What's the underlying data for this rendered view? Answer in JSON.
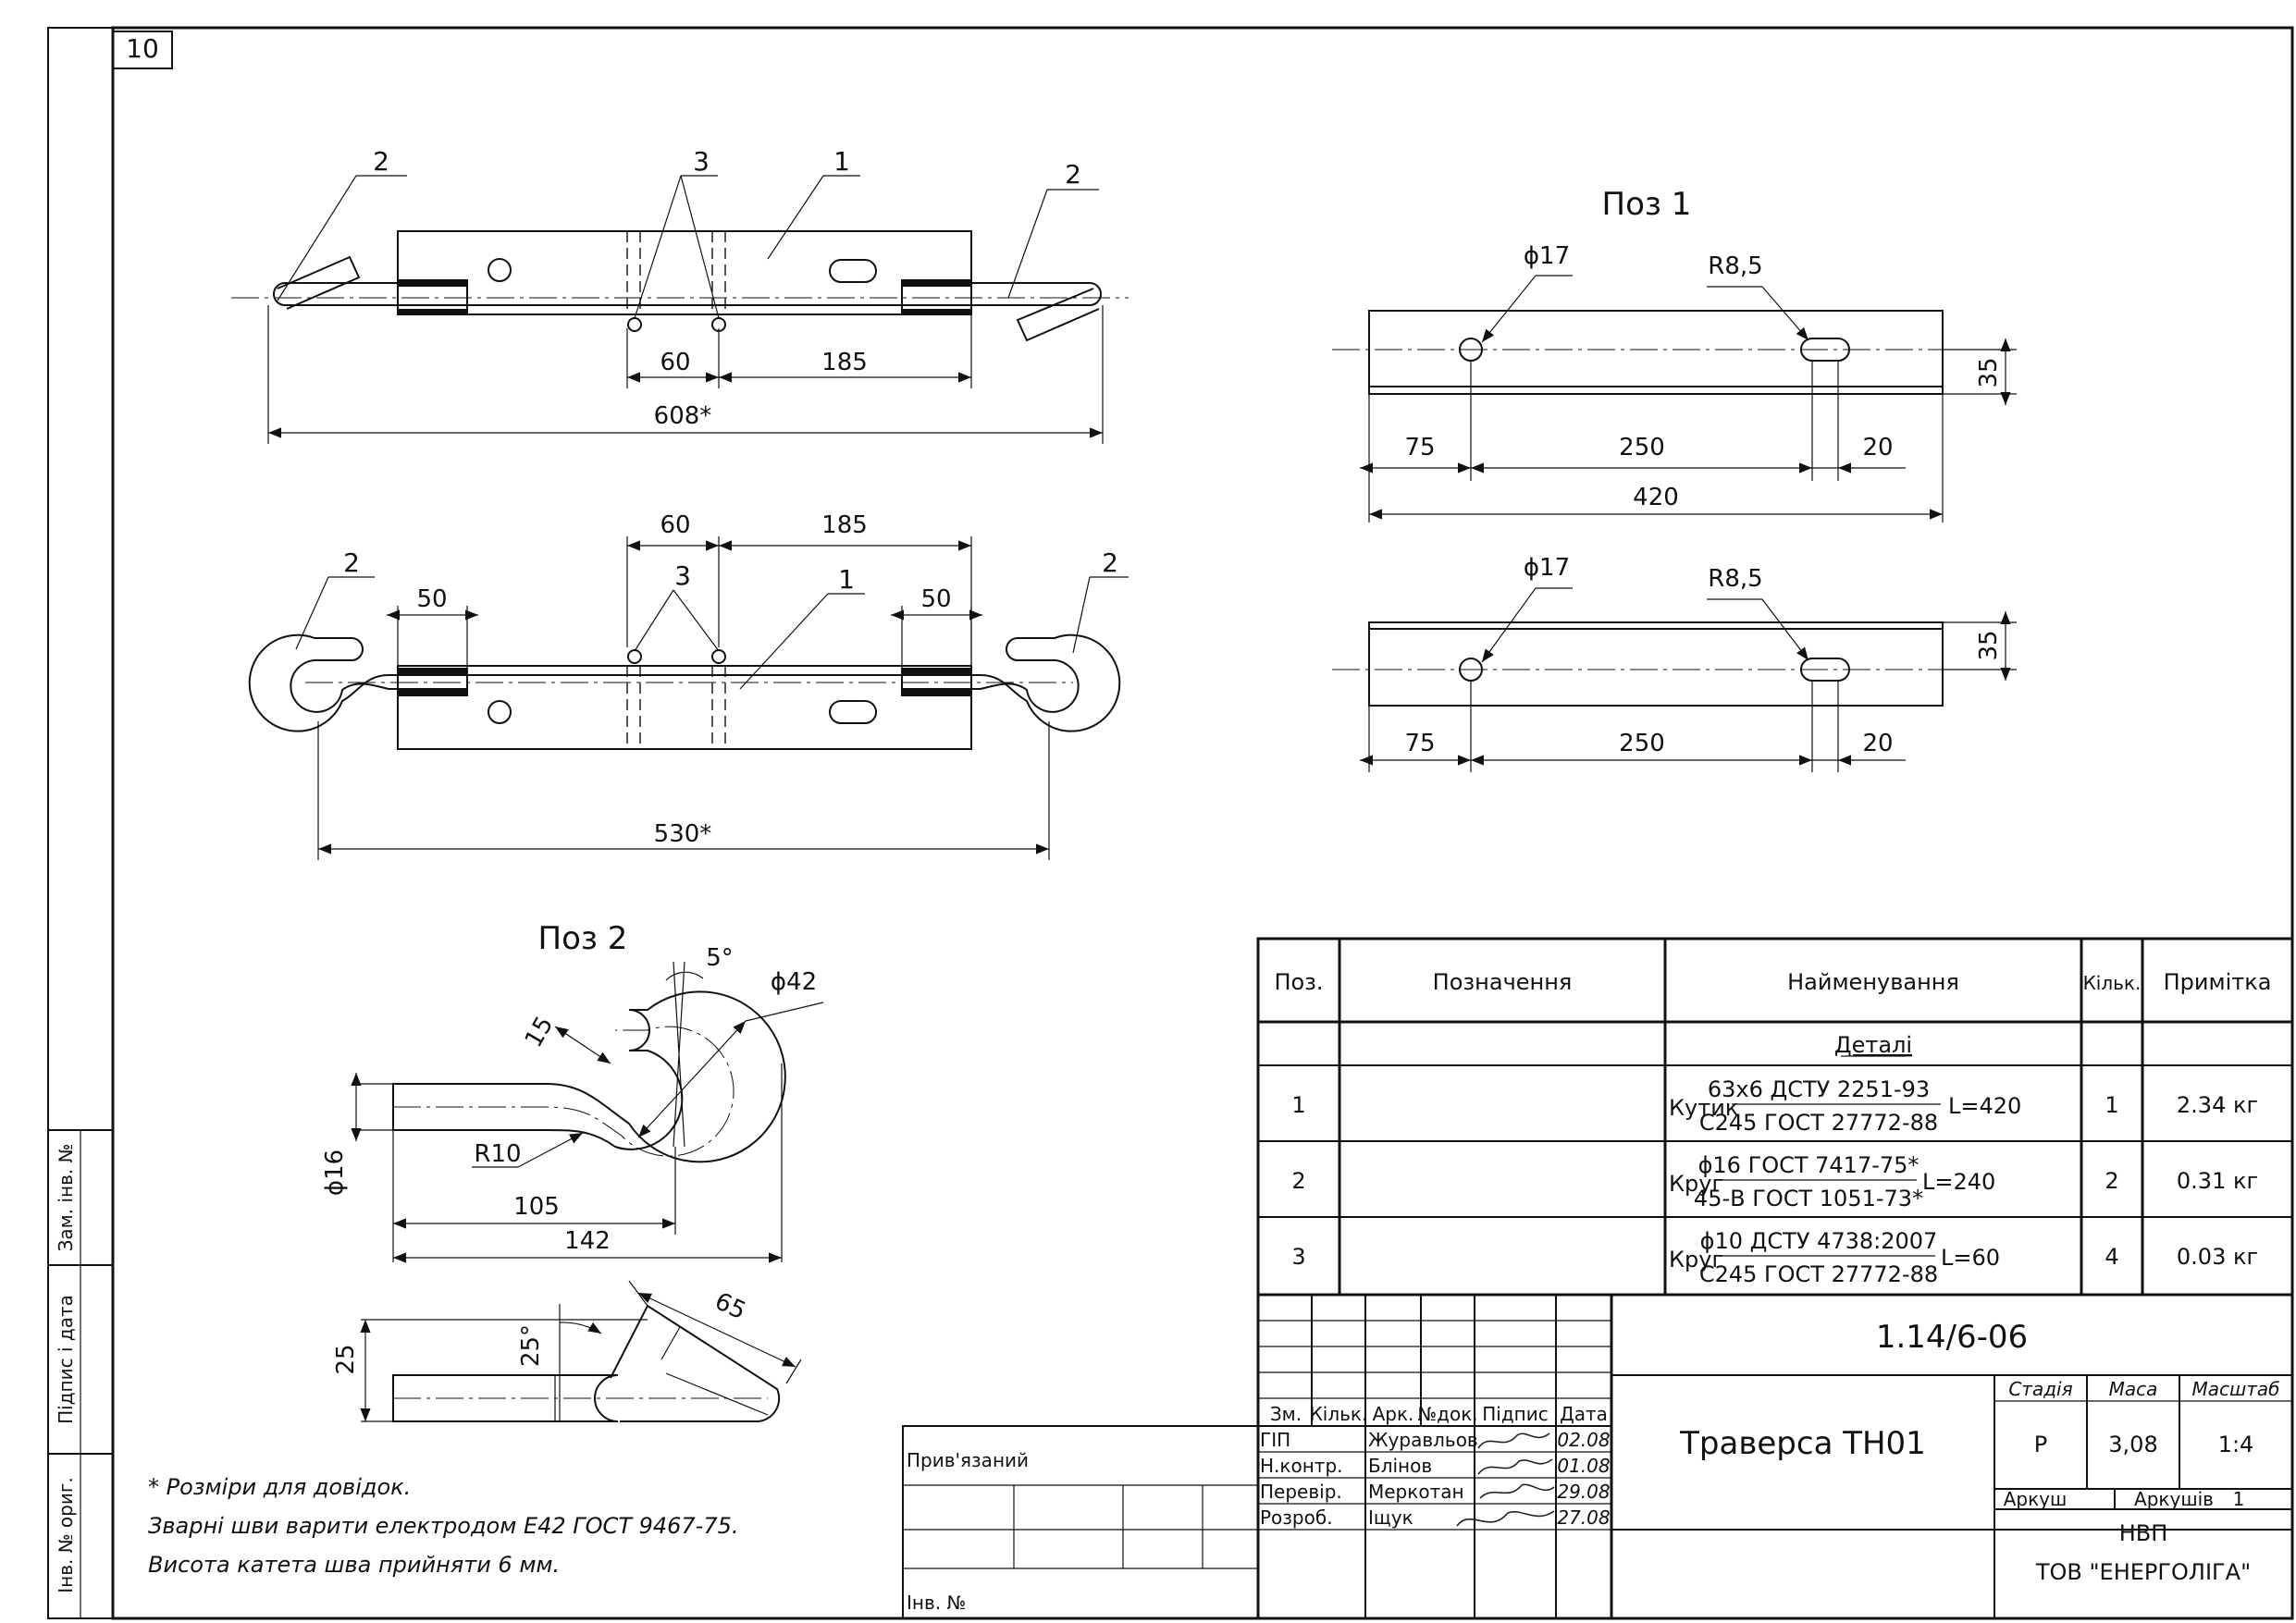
{
  "sheet_number": "10",
  "view_titles": {
    "pos1": "Поз 1",
    "pos2": "Поз 2"
  },
  "assembly_top": {
    "callouts": [
      "2",
      "3",
      "1",
      "2"
    ],
    "dims": [
      "60",
      "185",
      "608*"
    ]
  },
  "assembly_bottom": {
    "callouts": [
      "2",
      "3",
      "1",
      "2"
    ],
    "dims": [
      "60",
      "185",
      "50",
      "50",
      "530*"
    ]
  },
  "pos1_top": {
    "hole": "ϕ17",
    "slot": "R8,5",
    "dims": [
      "75",
      "250",
      "20",
      "420",
      "35"
    ]
  },
  "pos1_bottom": {
    "hole": "ϕ17",
    "slot": "R8,5",
    "dims": [
      "75",
      "250",
      "20",
      "35"
    ]
  },
  "pos2": {
    "dims": [
      "5°",
      "ϕ42",
      "15",
      "R10",
      "ϕ16",
      "105",
      "142",
      "65",
      "25°",
      "25"
    ]
  },
  "notes": [
    "* Розміри для довідок.",
    "Зварні шви варити електродом Е42 ГОСТ 9467-75.",
    "Висота катета шва прийняти 6 мм."
  ],
  "side_labels": [
    "Зам. інв. №",
    "Підпис і дата",
    "Інв. № ориг."
  ],
  "spec_table": {
    "headers": [
      "Поз.",
      "Позначення",
      "Найменування",
      "Кільк.",
      "Примітка"
    ],
    "section": "Деталі",
    "rows": [
      {
        "pos": "1",
        "prefix": "Кутик",
        "top": "63х6 ДСТУ 2251-93",
        "bottom": "С245 ГОСТ 27772-88",
        "length": "L=420",
        "qty": "1",
        "note": "2.34 кг"
      },
      {
        "pos": "2",
        "prefix": "Круг",
        "top": "ϕ16 ГОСТ 7417-75*",
        "bottom": "45-В ГОСТ 1051-73*",
        "length": "L=240",
        "qty": "2",
        "note": "0.31 кг"
      },
      {
        "pos": "3",
        "prefix": "Круг",
        "top": "ϕ10 ДСТУ 4738:2007",
        "bottom": "С245 ГОСТ 27772-88",
        "length": "L=60",
        "qty": "4",
        "note": "0.03 кг"
      }
    ]
  },
  "title_block": {
    "doc_number": "1.14/6-06",
    "title": "Траверса ТН01",
    "col_headers": [
      "Зм.",
      "Кільк.",
      "Арк.",
      "№док.",
      "Підпис",
      "Дата"
    ],
    "roles": [
      {
        "role": "ГІП",
        "name": "Журавльов",
        "date": "02.08"
      },
      {
        "role": "Н.контр.",
        "name": "Блінов",
        "date": "01.08"
      },
      {
        "role": "Перевір.",
        "name": "Меркотан",
        "date": "29.08"
      },
      {
        "role": "Розроб.",
        "name": "Іщук",
        "date": "27.08"
      }
    ],
    "stage_label": "Стадія",
    "mass_label": "Маса",
    "scale_label": "Масштаб",
    "stage": "Р",
    "mass": "3,08",
    "scale": "1:4",
    "sheet_label": "Аркуш",
    "sheets_label": "Аркушів",
    "sheets": "1",
    "org_line1": "НВП",
    "org_line2": "ТОВ \"ЕНЕРГОЛІГА\"",
    "attached_label": "Прив'язаний",
    "inv_label": "Інв. №"
  }
}
